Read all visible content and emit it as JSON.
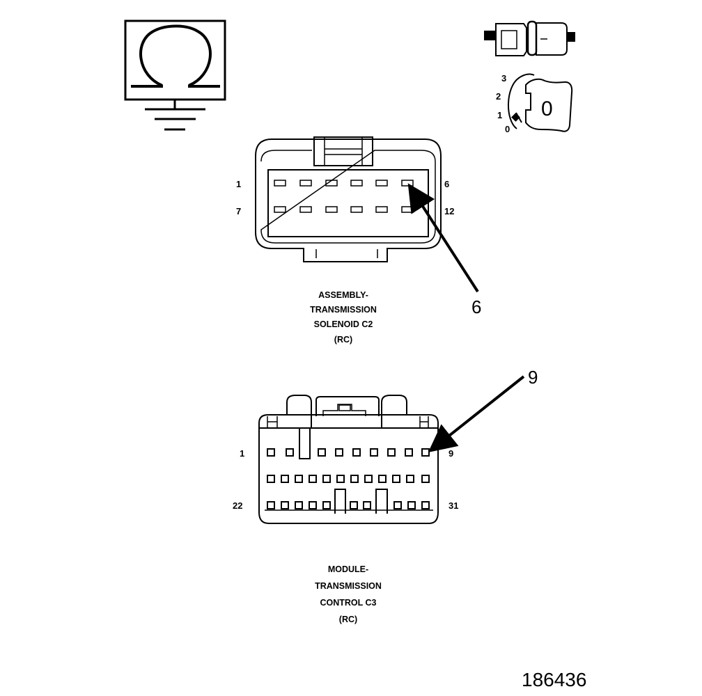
{
  "meter_symbol": {
    "symbol": "Ω"
  },
  "ignition_switch": {
    "positions": [
      "3",
      "2",
      "1",
      "0"
    ],
    "key_label": "0"
  },
  "connector_top": {
    "pin_labels": {
      "top_left": "1",
      "top_right": "6",
      "bottom_left": "7",
      "bottom_right": "12"
    },
    "callout": "6",
    "caption": [
      "ASSEMBLY-",
      "TRANSMISSION",
      "SOLENOID C2",
      "(RC)"
    ]
  },
  "connector_bottom": {
    "pin_labels": {
      "top_left": "1",
      "top_right": "9",
      "bottom_left": "22",
      "bottom_right": "31"
    },
    "callout": "9",
    "caption": [
      "MODULE-",
      "TRANSMISSION",
      "CONTROL C3",
      "(RC)"
    ]
  },
  "figure_id": "186436"
}
